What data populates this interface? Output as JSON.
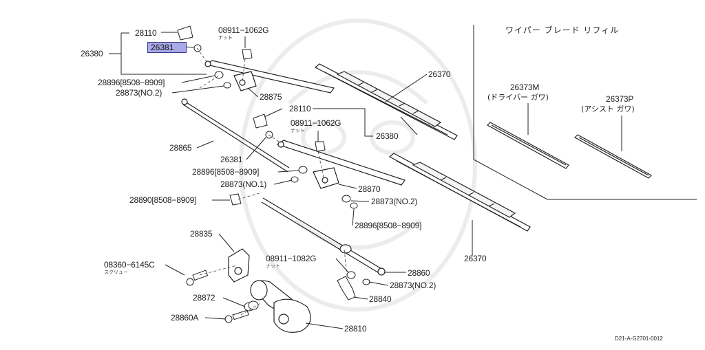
{
  "refill": {
    "title": "ワイパー ブレード リフィル",
    "driver_part": "26373M",
    "driver_side": "(ドライバー ガワ)",
    "assist_part": "26373P",
    "assist_side": "(アシスト ガワ)"
  },
  "labels": {
    "p28110_top": "28110",
    "p26381_top": "26381",
    "p08911_top": "08911−1062G",
    "nut_top": "ナット",
    "p26380_left": "26380",
    "p28896_top": "28896[8508−8909]",
    "p28873_top": "28873(NO.2)",
    "p28875": "28875",
    "p26370_top": "26370",
    "p28110_mid": "28110",
    "p08911_mid": "08911−1062G",
    "nut_mid": "ナット",
    "p26380_mid": "26380",
    "p28865": "28865",
    "p26381_mid": "26381",
    "p28896_mid": "28896[8508−8909]",
    "p28873_no1": "28873(NO.1)",
    "p28870": "28870",
    "p28873_mid2": "28873(NO.2)",
    "p28890": "28890[8508−8909]",
    "p28896_low": "28896[8508−8909]",
    "p26370_low": "26370",
    "p28835": "28835",
    "p08911_low": "08911−1082G",
    "nut_low": "ナット",
    "p28860": "28860",
    "p08360": "08360−6145C",
    "screw": "スクリュー",
    "p28873_low": "28873(NO.2)",
    "p28840": "28840",
    "p28872": "28872",
    "p28860A": "28860A",
    "p28810": "28810"
  },
  "diagram_code": "D21-A-G2701-0012",
  "highlight_color": "#a9a9e8"
}
